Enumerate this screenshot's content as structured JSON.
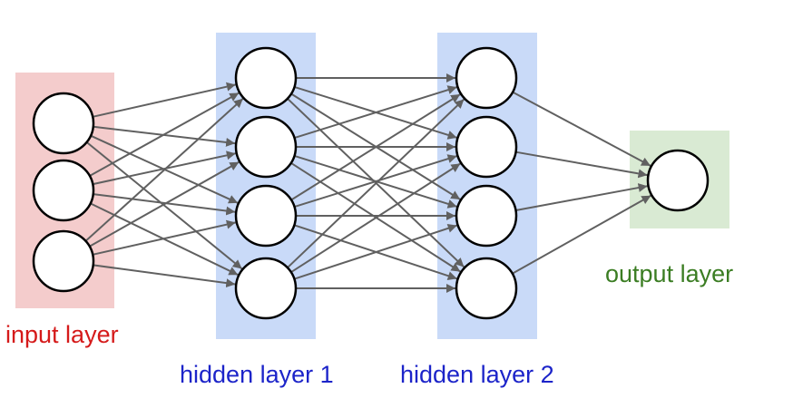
{
  "diagram": {
    "layers": [
      {
        "label": "input layer",
        "neurons": 3,
        "color": "#f4cccc",
        "label_color": "#d51a1a"
      },
      {
        "label": "hidden layer 1",
        "neurons": 4,
        "color": "#c9daf8",
        "label_color": "#1c24c9"
      },
      {
        "label": "hidden layer 2",
        "neurons": 4,
        "color": "#c9daf8",
        "label_color": "#1c24c9"
      },
      {
        "label": "output layer",
        "neurons": 1,
        "color": "#d9ead3",
        "label_color": "#3b7d23"
      }
    ],
    "connection_type": "fully-connected",
    "arrow_color": "#606060",
    "node_fill": "#ffffff",
    "node_stroke": "#000000"
  }
}
